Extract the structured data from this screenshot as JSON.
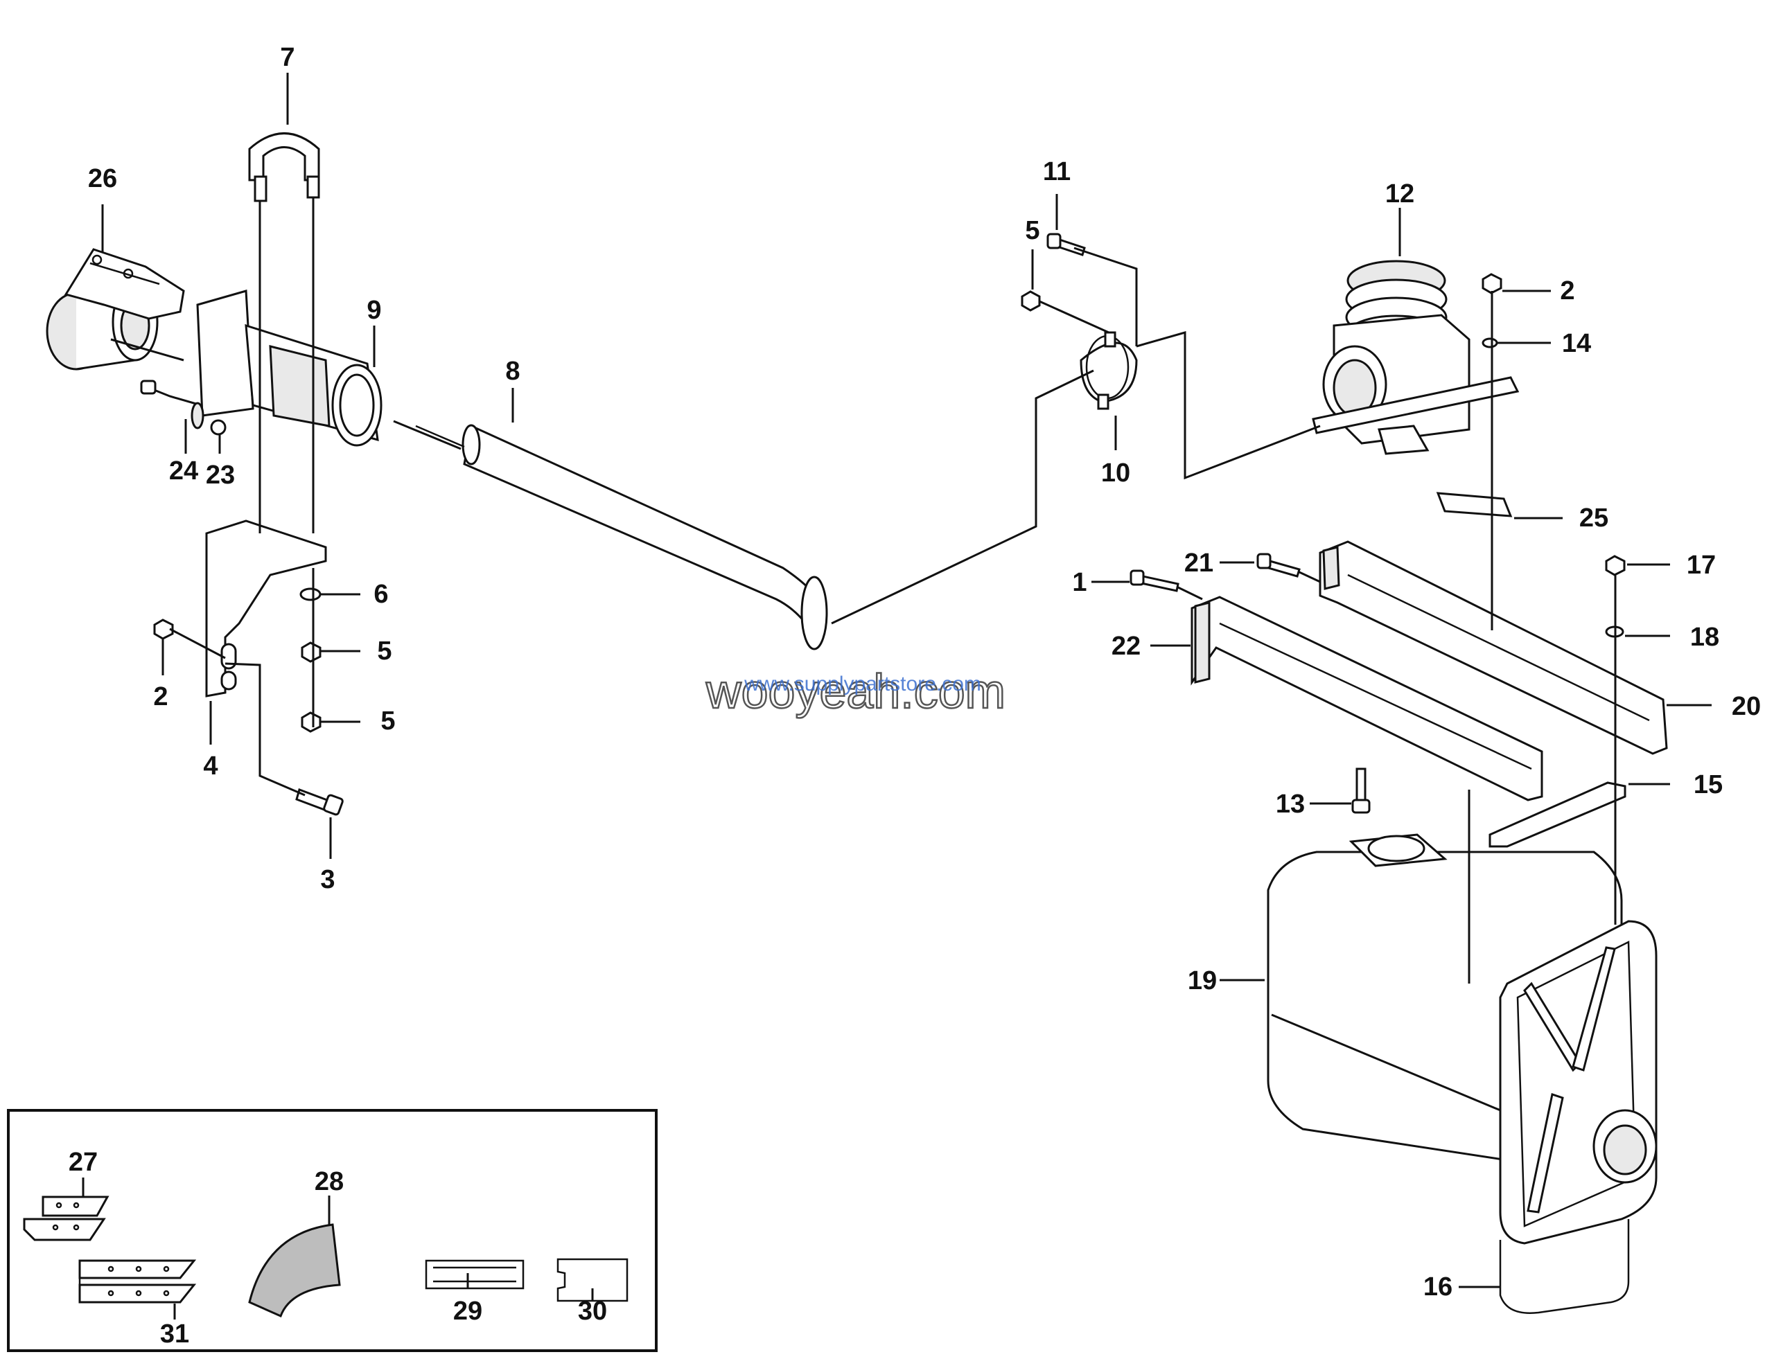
{
  "callouts": {
    "c1": "1",
    "c2a": "2",
    "c2b": "2",
    "c3": "3",
    "c4": "4",
    "c5a": "5",
    "c5b": "5",
    "c5c": "5",
    "c6": "6",
    "c7": "7",
    "c8": "8",
    "c9": "9",
    "c10": "10",
    "c11": "11",
    "c12": "12",
    "c13": "13",
    "c14": "14",
    "c15": "15",
    "c16": "16",
    "c17": "17",
    "c18": "18",
    "c19": "19",
    "c20": "20",
    "c21": "21",
    "c22": "22",
    "c23": "23",
    "c24": "24",
    "c25": "25",
    "c26": "26",
    "c27": "27",
    "c28": "28",
    "c29": "29",
    "c30": "30",
    "c31": "31"
  },
  "watermark": {
    "main": "wooyeah.com",
    "overlay": "www.supplypartstore.com"
  }
}
